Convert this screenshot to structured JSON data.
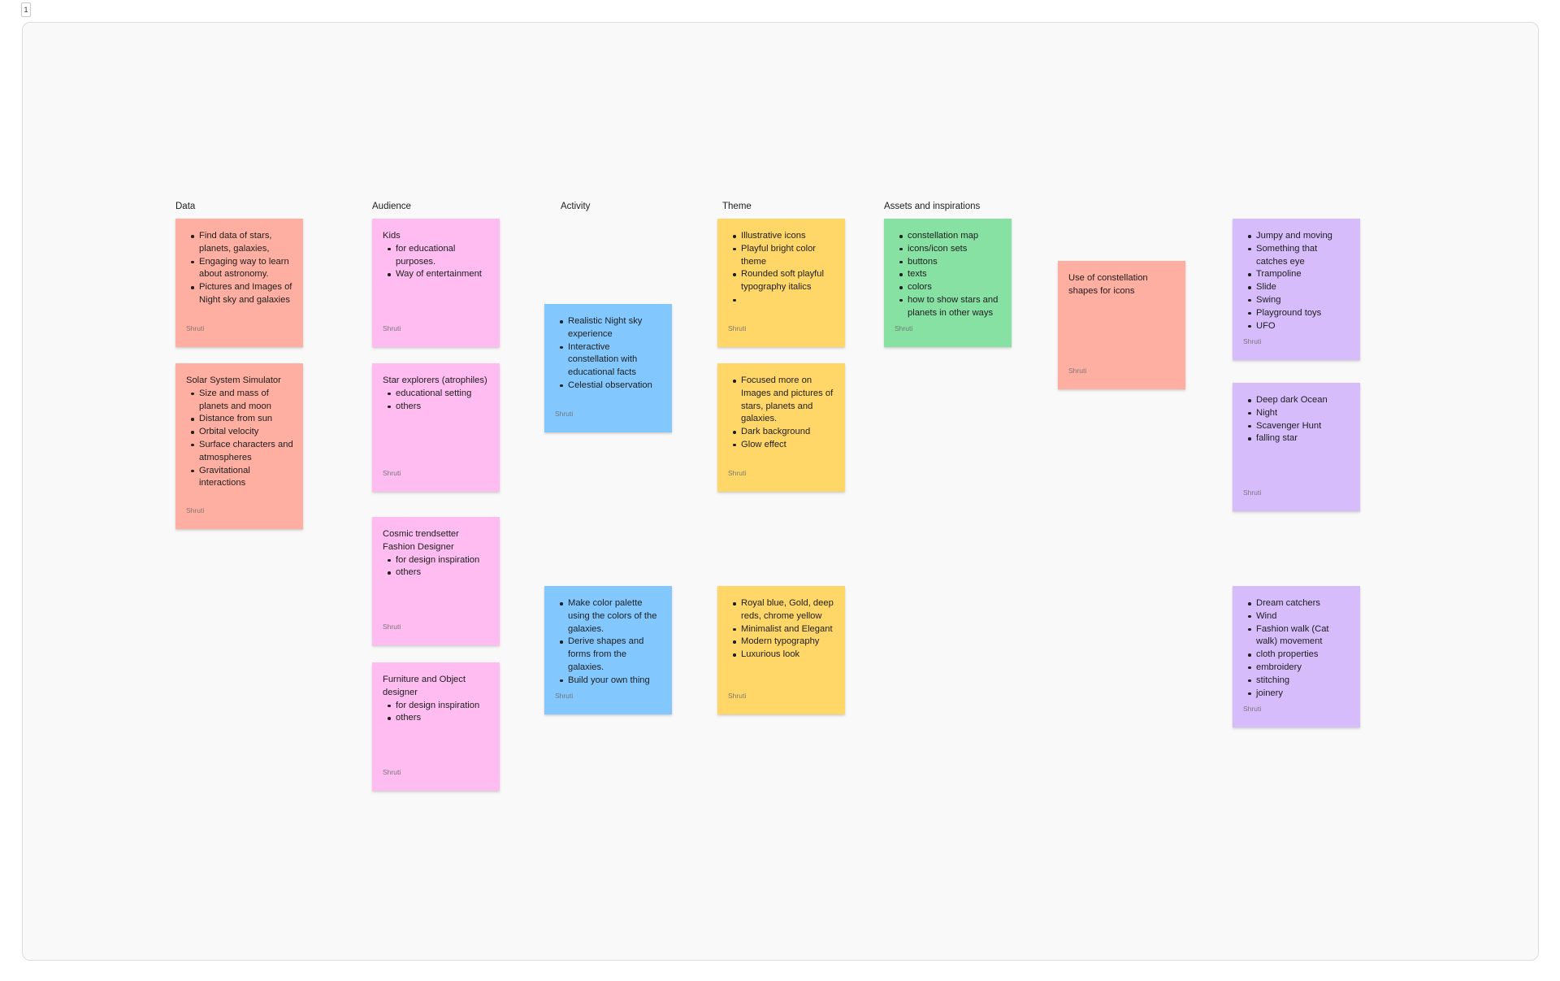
{
  "page": {
    "number": "1"
  },
  "colors": {
    "salmon": "#ffafa2",
    "pink": "#febcf0",
    "blue": "#82c8ff",
    "yellow": "#ffd668",
    "green": "#87e1a3",
    "purple": "#d7bcfb",
    "board_bg": "#f9f9f9"
  },
  "columns": [
    "Data",
    "Audience",
    "Activity",
    "Theme",
    "Assets and inspirations"
  ],
  "notes": [
    {
      "title": "",
      "items": [
        "Find data of stars, planets, galaxies,",
        "Engaging way to learn about astronomy.",
        "Pictures and Images of Night sky and galaxies"
      ],
      "author": "Shruti"
    },
    {
      "title": "Solar System Simulator",
      "items": [
        "Size and mass of planets and moon",
        "Distance from sun",
        "Orbital velocity",
        "Surface characters and atmospheres",
        "Gravitational interactions"
      ],
      "author": "Shruti"
    },
    {
      "title": "Kids",
      "items": [
        "for educational purposes.",
        "Way of entertainment"
      ],
      "author": "Shruti"
    },
    {
      "title": "Star explorers (atrophiles)",
      "items": [
        "educational setting",
        "others"
      ],
      "author": "Shruti"
    },
    {
      "title": "Cosmic trendsetter Fashion Designer",
      "items": [
        "for design inspiration",
        "others"
      ],
      "author": "Shruti"
    },
    {
      "title": "Furniture and Object designer",
      "items": [
        "for design inspiration",
        "others"
      ],
      "author": "Shruti"
    },
    {
      "title": "",
      "items": [
        "Realistic Night sky experience",
        "Interactive constellation with educational facts",
        "Celestial observation"
      ],
      "author": "Shruti"
    },
    {
      "title": "",
      "items": [
        "Make color palette using the colors of the galaxies.",
        "Derive shapes and forms from the galaxies.",
        "Build your own thing"
      ],
      "author": "Shruti"
    },
    {
      "title": "",
      "items": [
        "Illustrative icons",
        "Playful bright color theme",
        "Rounded soft playful typography italics",
        ""
      ],
      "author": "Shruti"
    },
    {
      "title": "",
      "items": [
        "Focused more on Images and pictures of stars, planets and galaxies.",
        "Dark background",
        "Glow effect"
      ],
      "author": "Shruti"
    },
    {
      "title": "",
      "items": [
        "Royal blue, Gold, deep reds, chrome yellow",
        "Minimalist and Elegant",
        "Modern typography",
        "Luxurious look"
      ],
      "author": "Shruti"
    },
    {
      "title": "",
      "items": [
        "constellation map",
        "icons/icon sets",
        "buttons",
        "texts",
        "colors",
        "how to show stars and planets in other ways"
      ],
      "author": "Shruti"
    },
    {
      "title": "Use of constellation shapes for icons",
      "items": [],
      "author": "Shruti"
    },
    {
      "title": "",
      "items": [
        "Jumpy and moving",
        "Something that catches eye",
        "Trampoline",
        "Slide",
        "Swing",
        "Playground toys",
        "UFO"
      ],
      "author": "Shruti"
    },
    {
      "title": "",
      "items": [
        "Deep dark Ocean",
        "Night",
        "Scavenger Hunt",
        "falling star"
      ],
      "author": "Shruti"
    },
    {
      "title": "",
      "items": [
        "Dream catchers",
        "Wind",
        "Fashion walk (Cat walk) movement",
        "cloth properties",
        "embroidery",
        "stitching",
        "joinery"
      ],
      "author": "Shruti"
    }
  ]
}
